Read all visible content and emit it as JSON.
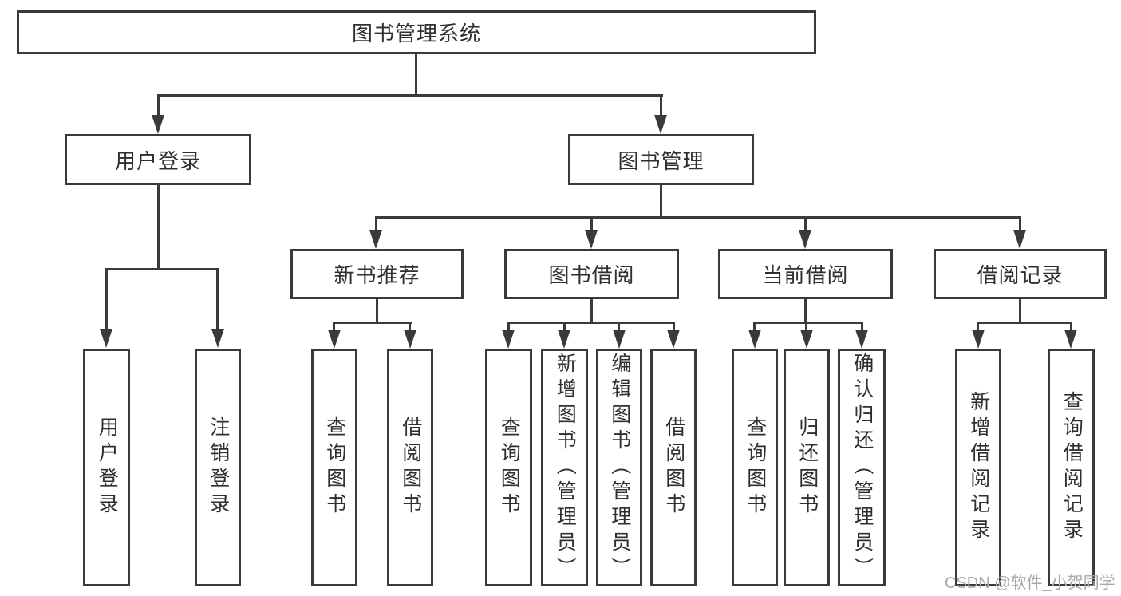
{
  "colors": {
    "line": "#3a3a3a",
    "text": "#2f2f2f",
    "watermark": "#a9a9a9",
    "background": "#ffffff"
  },
  "tree": {
    "root": {
      "label": "图书管理系统"
    },
    "user_login": {
      "label": "用户登录",
      "children": [
        {
          "label": "用户登录"
        },
        {
          "label": "注销登录"
        }
      ]
    },
    "book_mgmt": {
      "label": "图书管理",
      "sections": {
        "new_books": {
          "label": "新书推荐",
          "children": [
            {
              "label": "查询图书"
            },
            {
              "label": "借阅图书"
            }
          ]
        },
        "book_borrow": {
          "label": "图书借阅",
          "children": [
            {
              "label": "查询图书"
            },
            {
              "label": "新增图书（管理员）"
            },
            {
              "label": "编辑图书（管理员）"
            },
            {
              "label": "借阅图书"
            }
          ]
        },
        "current_borrow": {
          "label": "当前借阅",
          "children": [
            {
              "label": "查询图书"
            },
            {
              "label": "归还图书"
            },
            {
              "label": "确认归还（管理员）"
            }
          ]
        },
        "borrow_records": {
          "label": "借阅记录",
          "children": [
            {
              "label": "新增借阅记录"
            },
            {
              "label": "查询借阅记录"
            }
          ]
        }
      }
    }
  },
  "watermark": {
    "text": "CSDN @软件_小贺同学"
  }
}
